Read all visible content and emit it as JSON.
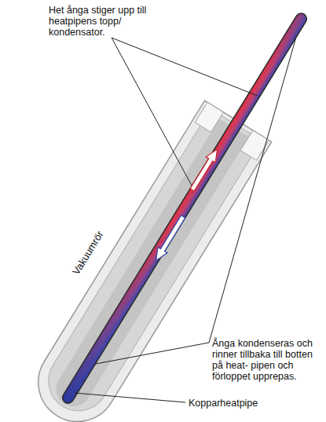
{
  "diagram": {
    "labels": [
      "Het ånga stiger upp till heatpipens topp/ kondensator.",
      "Vakuumrör",
      "Ånga kondenseras och rinner tillbaka till botten på heat- pipen och förloppet upprepas.",
      "Kopparheatpipe"
    ]
  }
}
